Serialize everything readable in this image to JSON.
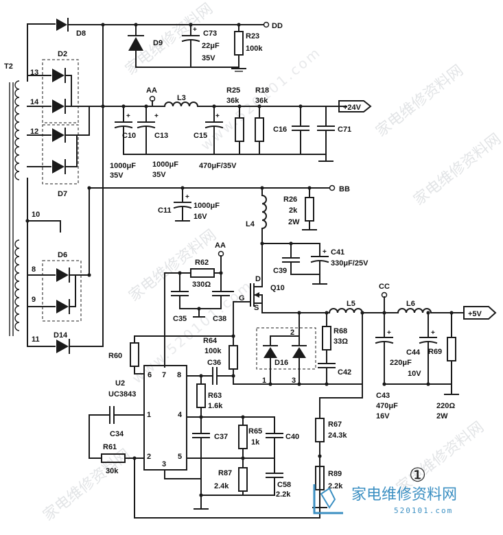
{
  "labels": {
    "t2": "T2",
    "d8": "D8",
    "d9": "D9",
    "c73": "C73",
    "c73_val": "22μF",
    "c73_v": "35V",
    "r23": "R23",
    "r23_val": "100k",
    "dd": "DD",
    "d2": "D2",
    "d7": "D7",
    "d6": "D6",
    "d14": "D14",
    "aa": "AA",
    "l3": "L3",
    "r25": "R25",
    "r25_val": "36k",
    "r18": "R18",
    "r18_val": "36k",
    "out24": "+24V",
    "c10": "C10",
    "c13": "C13",
    "c15": "C15",
    "c16": "C16",
    "c71": "C71",
    "c10_val": "1000μF",
    "c10_v": "35V",
    "c13_val": "1000μF",
    "c13_v": "35V",
    "c15_val": "470μF/35V",
    "c11": "C11",
    "c11_val": "1000μF",
    "c11_v": "16V",
    "bb": "BB",
    "l4": "L4",
    "r26": "R26",
    "r26_val": "2k",
    "r26_w": "2W",
    "c39": "C39",
    "c41": "C41",
    "c41_val": "330μF/25V",
    "aa2": "AA",
    "r62": "R62",
    "r62_val": "330Ω",
    "c35": "C35",
    "c38": "C38",
    "q10": "Q10",
    "g": "G",
    "d": "D",
    "s": "S",
    "cc": "CC",
    "l5": "L5",
    "l6": "L6",
    "out5": "+5V",
    "r68": "R68",
    "r68_val": "33Ω",
    "d16": "D16",
    "c42": "C42",
    "c44": "C44",
    "r69": "R69",
    "c44_val": "220μF",
    "c44_v": "10V",
    "c43": "C43",
    "c43_val": "470μF",
    "c43_v": "16V",
    "r69_val": "220Ω",
    "r69_w": "2W",
    "r60": "R60",
    "r64": "R64",
    "r64_val": "100k",
    "c36": "C36",
    "u2": "U2",
    "u2_part": "UC3843",
    "r63": "R63",
    "r63_val": "1.6k",
    "c34": "C34",
    "r61": "R61",
    "r61_val": "30k",
    "c37": "C37",
    "r65": "R65",
    "r65_val": "1k",
    "c40": "C40",
    "r87": "R87",
    "r87_val": "2.4k",
    "c58": "C58",
    "c58_val": "2.2k",
    "r67": "R67",
    "r67_val": "24.3k",
    "r89": "R89",
    "r89_val": "2.2k",
    "fig_no": "①",
    "pins_t2": [
      "13",
      "14",
      "12",
      "10",
      "8",
      "9",
      "11"
    ],
    "pins_u2": [
      "6",
      "7",
      "8",
      "1",
      "4",
      "2",
      "3",
      "5"
    ],
    "d16_pins": [
      "2",
      "1",
      "3"
    ]
  },
  "watermark": {
    "text_cn": "家电维修资料网",
    "url": "www.520101.com",
    "logo_cn": "家电维修资料网",
    "logo_url": "520101.com"
  },
  "colors": {
    "ink": "#1a1a1a",
    "logo": "#3b8fc2"
  }
}
